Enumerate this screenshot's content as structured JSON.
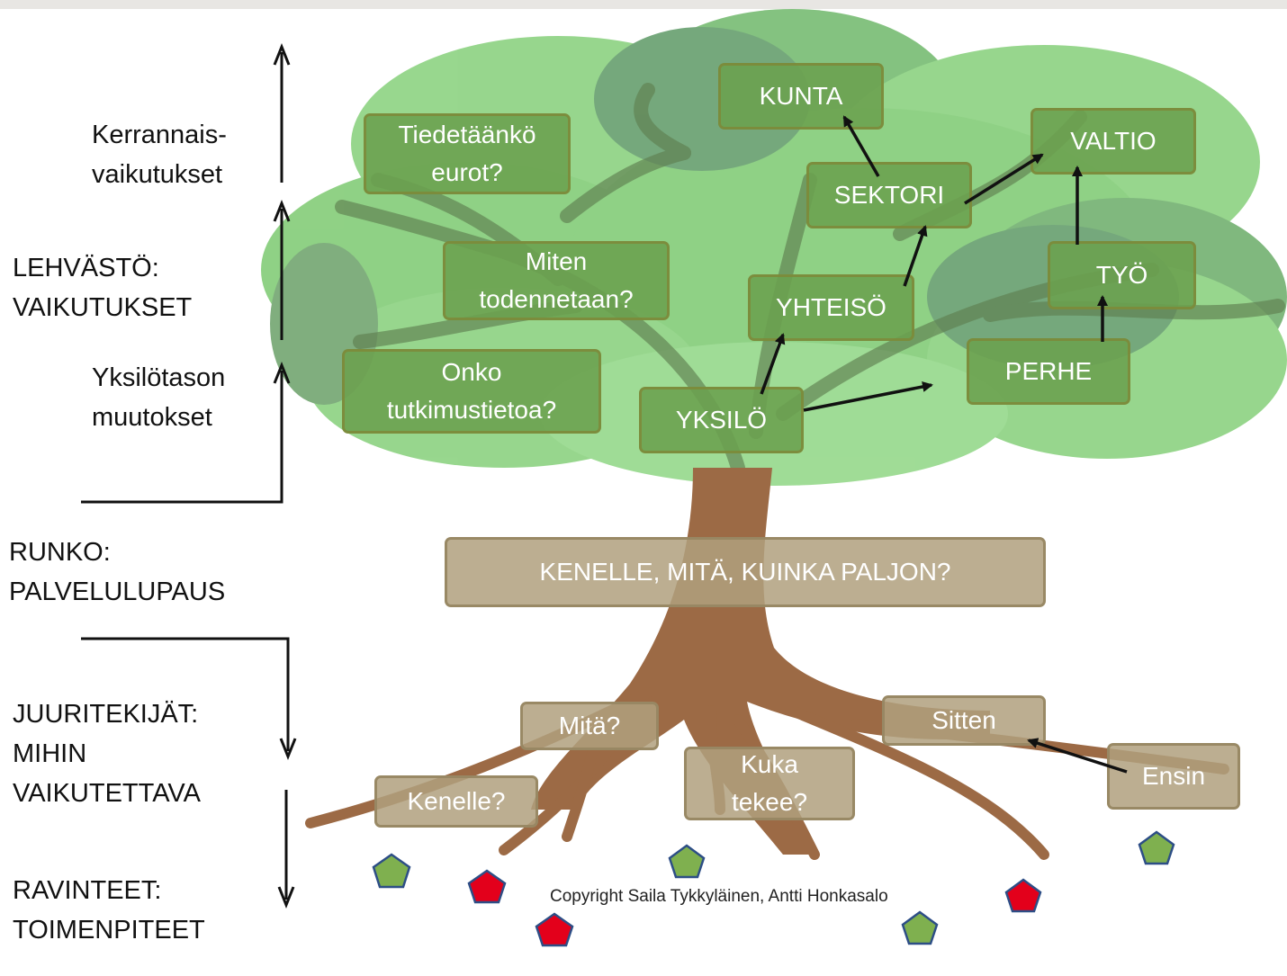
{
  "side_labels": {
    "kerrannais": [
      "Kerrannais-",
      "vaikutukset"
    ],
    "lehvasto": [
      "LEHVÄSTÖ:",
      "VAIKUTUKSET"
    ],
    "yksilotason": [
      "Yksilötason",
      "muutokset"
    ],
    "runko": [
      "RUNKO:",
      "PALVELULUPAUS"
    ],
    "juuritekijat": [
      "JUURITEKIJÄT:",
      "MIHIN",
      "VAIKUTETTAVA"
    ],
    "ravinteet": [
      "RAVINTEET:",
      "TOIMENPITEET"
    ]
  },
  "canopy_boxes": {
    "tiedetaanko": [
      "Tiedetäänkö",
      "eurot?"
    ],
    "miten": [
      "Miten",
      "todennetaan?"
    ],
    "onko": [
      "Onko",
      "tutkimustietoa?"
    ],
    "kunta": "KUNTA",
    "valtio": "VALTIO",
    "sektori": "SEKTORI",
    "tyo": "TYÖ",
    "yhteiso": "YHTEISÖ",
    "perhe": "PERHE",
    "yksilo": "YKSILÖ"
  },
  "trunk_box": "KENELLE, MITÄ, KUINKA PALJON?",
  "root_boxes": {
    "mita": "Mitä?",
    "sitten": "Sitten",
    "kuka": [
      "Kuka",
      "tekee?"
    ],
    "kenelle": "Kenelle?",
    "ensin": "Ensin"
  },
  "copyright": "Copyright Saila Tykkyläinen, Antti Honkasalo",
  "colors": {
    "foliage_light": "#7ccd6a",
    "foliage_mid": "#5fa955",
    "foliage_dark": "#4f8a5f",
    "trunk": "#9c6a45",
    "green_box": "#6ba04f",
    "tan_box": "#b0a07e",
    "pentagon_green": "#7fb04f",
    "pentagon_red": "#e3001b",
    "pentagon_outline": "#2d4e86"
  }
}
